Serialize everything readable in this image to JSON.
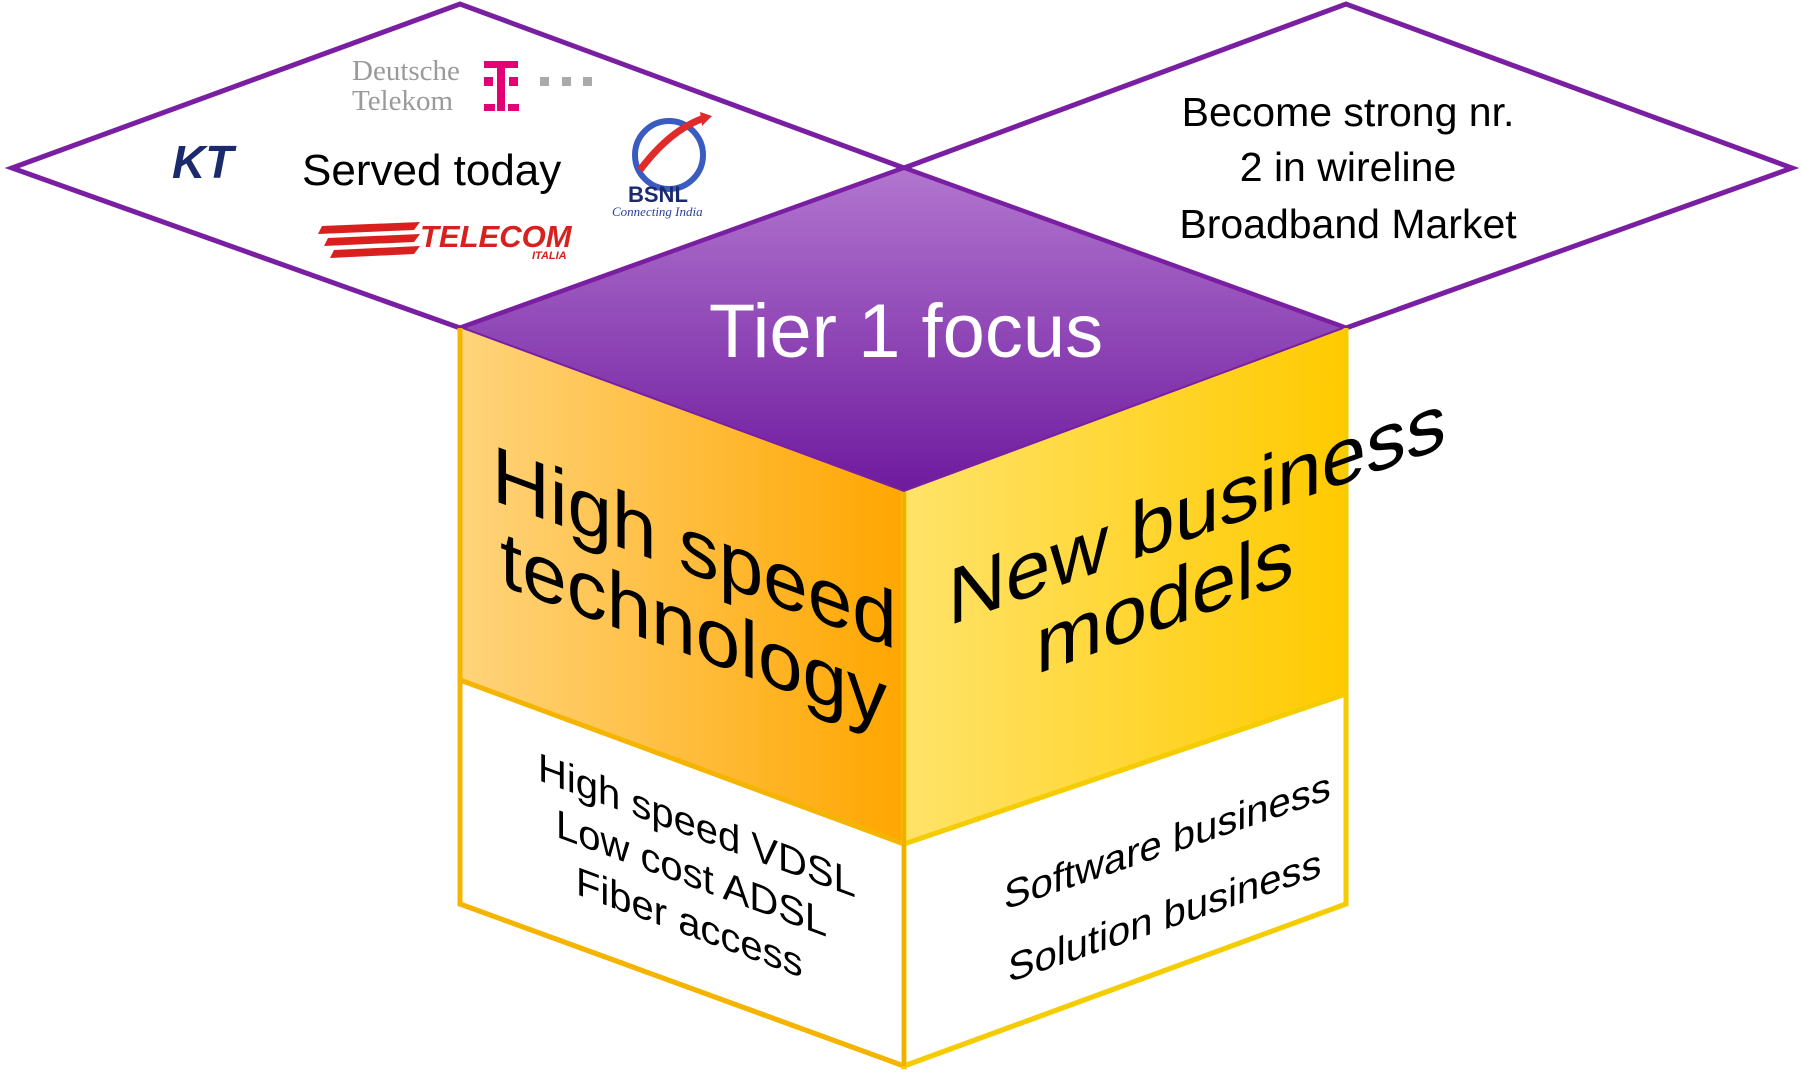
{
  "top_left_diamond": {
    "label": "Served today",
    "logos": {
      "deutsche_telekom": {
        "line1": "Deutsche",
        "line2": "Telekom",
        "mark": "T",
        "dots": "· · ·"
      },
      "kt": {
        "text": "KT"
      },
      "bsnl": {
        "text": "BSNL",
        "tagline": "Connecting India"
      },
      "telecom_italia": {
        "text": "TELECOM",
        "sub": "ITALIA"
      }
    }
  },
  "top_right_diamond": {
    "line1": "Become strong nr.",
    "line2": "2 in wireline",
    "line3": "Broadband Market"
  },
  "cube_top": {
    "label": "Tier 1 focus"
  },
  "left_face": {
    "line1": "High speed",
    "line2": "technology",
    "items": [
      "High speed VDSL",
      "Low cost ADSL",
      "Fiber access"
    ]
  },
  "right_face": {
    "line1": "New business",
    "line2": "models",
    "items": [
      "Software business",
      "Solution business"
    ]
  },
  "colors": {
    "purple_outline": "#7a1fa2",
    "purple_top_light": "#a867c8",
    "purple_top_dark": "#7b24a8",
    "orange_light": "#ffd27a",
    "orange_dark": "#ffa800",
    "yellow_light": "#ffe873",
    "yellow_dark": "#ffcc00",
    "face_border": "#f5b400"
  }
}
